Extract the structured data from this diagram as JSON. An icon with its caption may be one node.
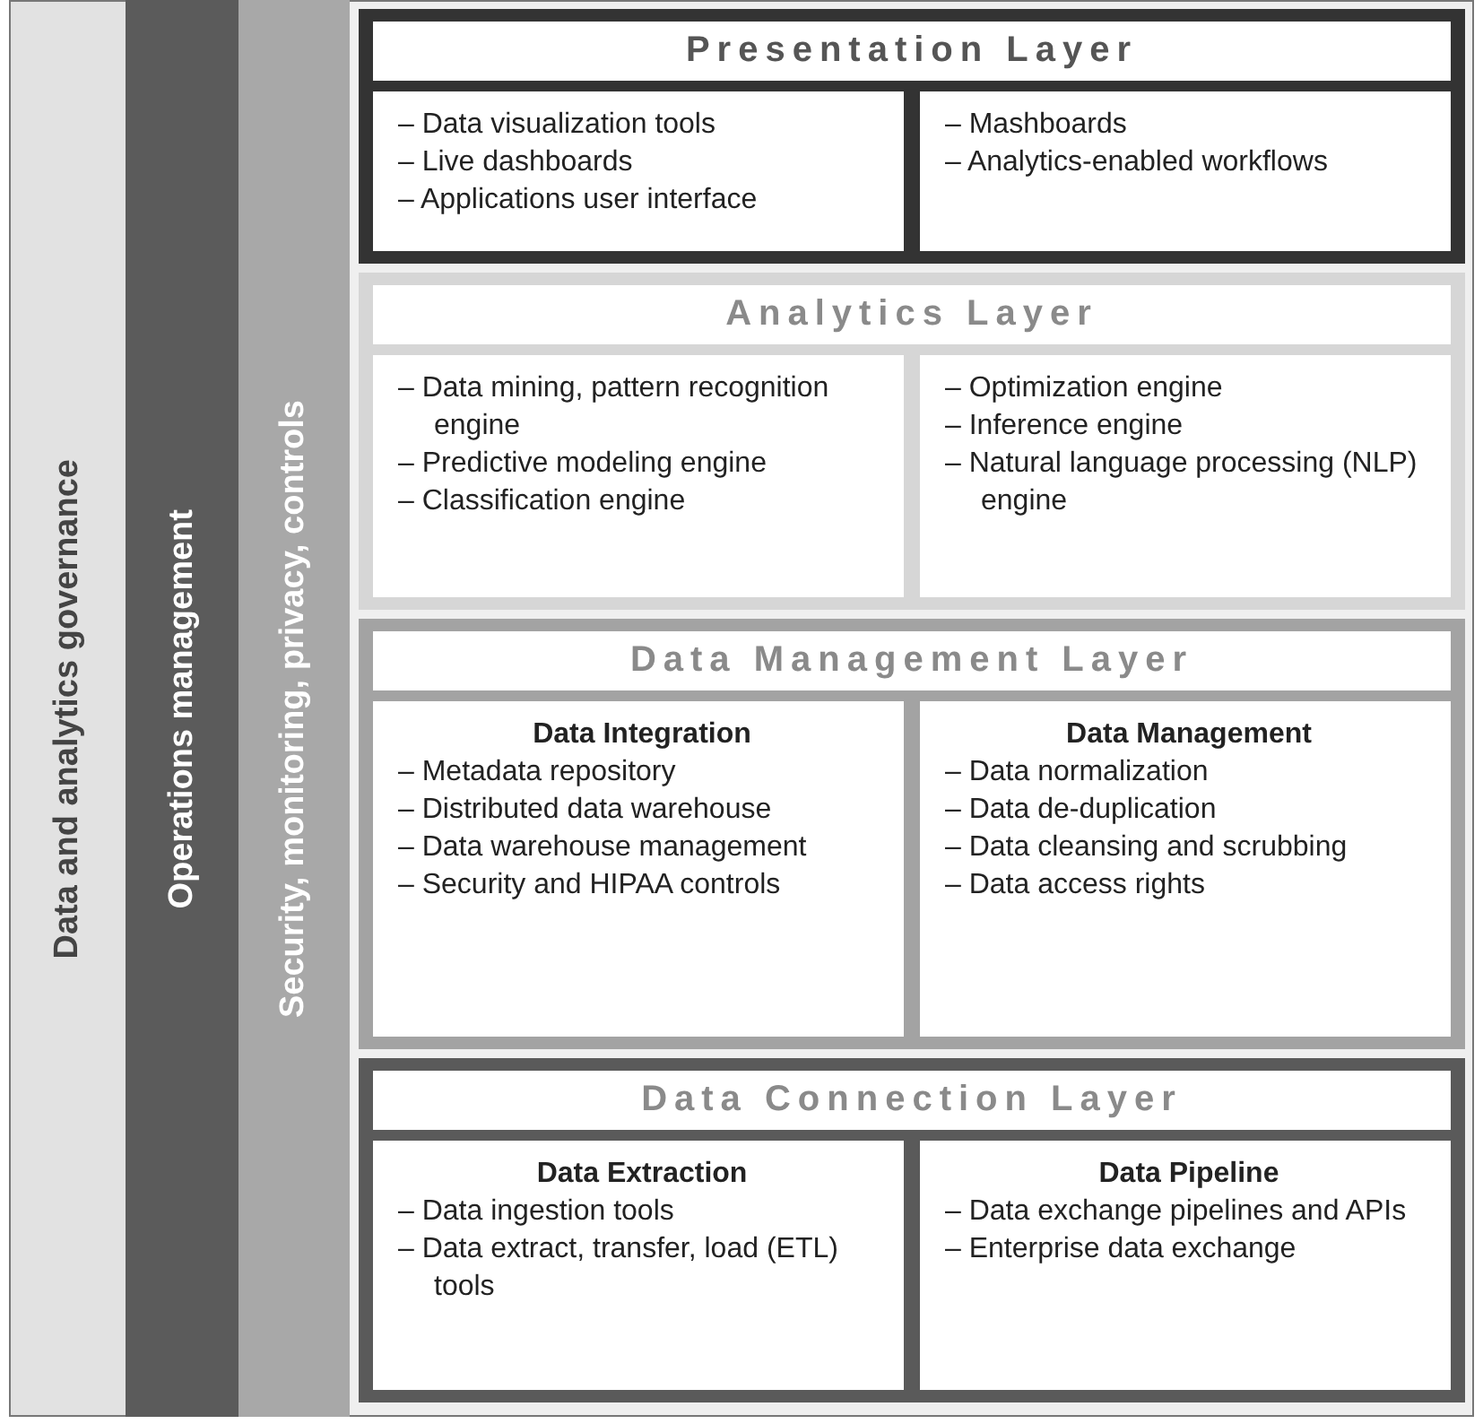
{
  "diagram": {
    "nodes": [
      {
        "text": [
          "Data and analytics governance"
        ]
      },
      {
        "text": [
          "Operations management"
        ]
      },
      {
        "text": [
          "Security, monitoring, privacy, controls"
        ]
      },
      {
        "text": [
          "Presentation Layer"
        ]
      },
      {
        "text": [
          "– Data visualization tools",
          "– Live dashboards",
          "– Applications user interface"
        ],
        "in": 3
      },
      {
        "text": [
          "– Mashboards",
          "– Analytics-enabled workflows"
        ],
        "in": 3
      },
      {
        "text": [
          "Analytics Layer"
        ]
      },
      {
        "text": [
          "– Data mining, pattern recognition engine",
          "– Predictive modeling engine",
          "– Classification engine"
        ],
        "in": 6
      },
      {
        "text": [
          "– Optimization engine",
          "– Inference engine",
          "– Natural language processing (NLP) engine"
        ],
        "in": 6
      },
      {
        "text": [
          "Data Management Layer"
        ]
      },
      {
        "text": [
          "Data Integration",
          "– Metadata repository",
          "– Distributed data warehouse",
          "– Data warehouse management",
          "– Security and HIPAA controls"
        ],
        "in": 9
      },
      {
        "text": [
          "Data Management",
          "– Data normalization",
          "– Data de-duplication",
          "– Data cleansing and scrubbing",
          "– Data access rights"
        ],
        "in": 9
      },
      {
        "text": [
          "Data Connection Layer"
        ]
      },
      {
        "text": [
          "Data Extraction",
          "– Data ingestion tools",
          "– Data extract, transfer, load (ETL) tools"
        ],
        "in": 12
      },
      {
        "text": [
          "Data Pipeline",
          "– Data exchange pipelines and APIs",
          "– Enterprise data exchange"
        ],
        "in": 12
      }
    ]
  }
}
